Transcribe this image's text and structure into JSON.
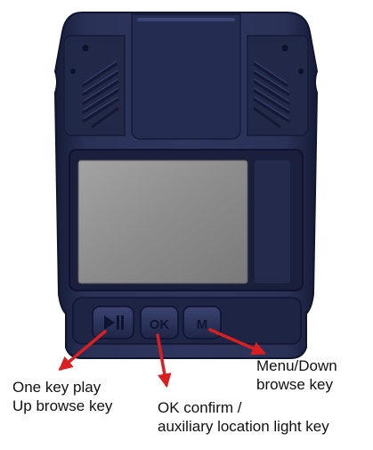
{
  "device": {
    "keys": {
      "play_icon": "play-pause-icon",
      "ok_label": "OK",
      "menu_label": "M"
    },
    "colors": {
      "body": "#2a3157",
      "body_dark": "#161b36",
      "screen": "#8e8e8e",
      "arrow": "#d91f1f"
    }
  },
  "callouts": {
    "play": {
      "line1": "One key play",
      "line2": "Up browse key"
    },
    "ok": {
      "line1": "OK confirm /",
      "line2": "auxiliary location light key"
    },
    "menu": {
      "line1": "Menu/Down",
      "line2": "browse key"
    }
  }
}
